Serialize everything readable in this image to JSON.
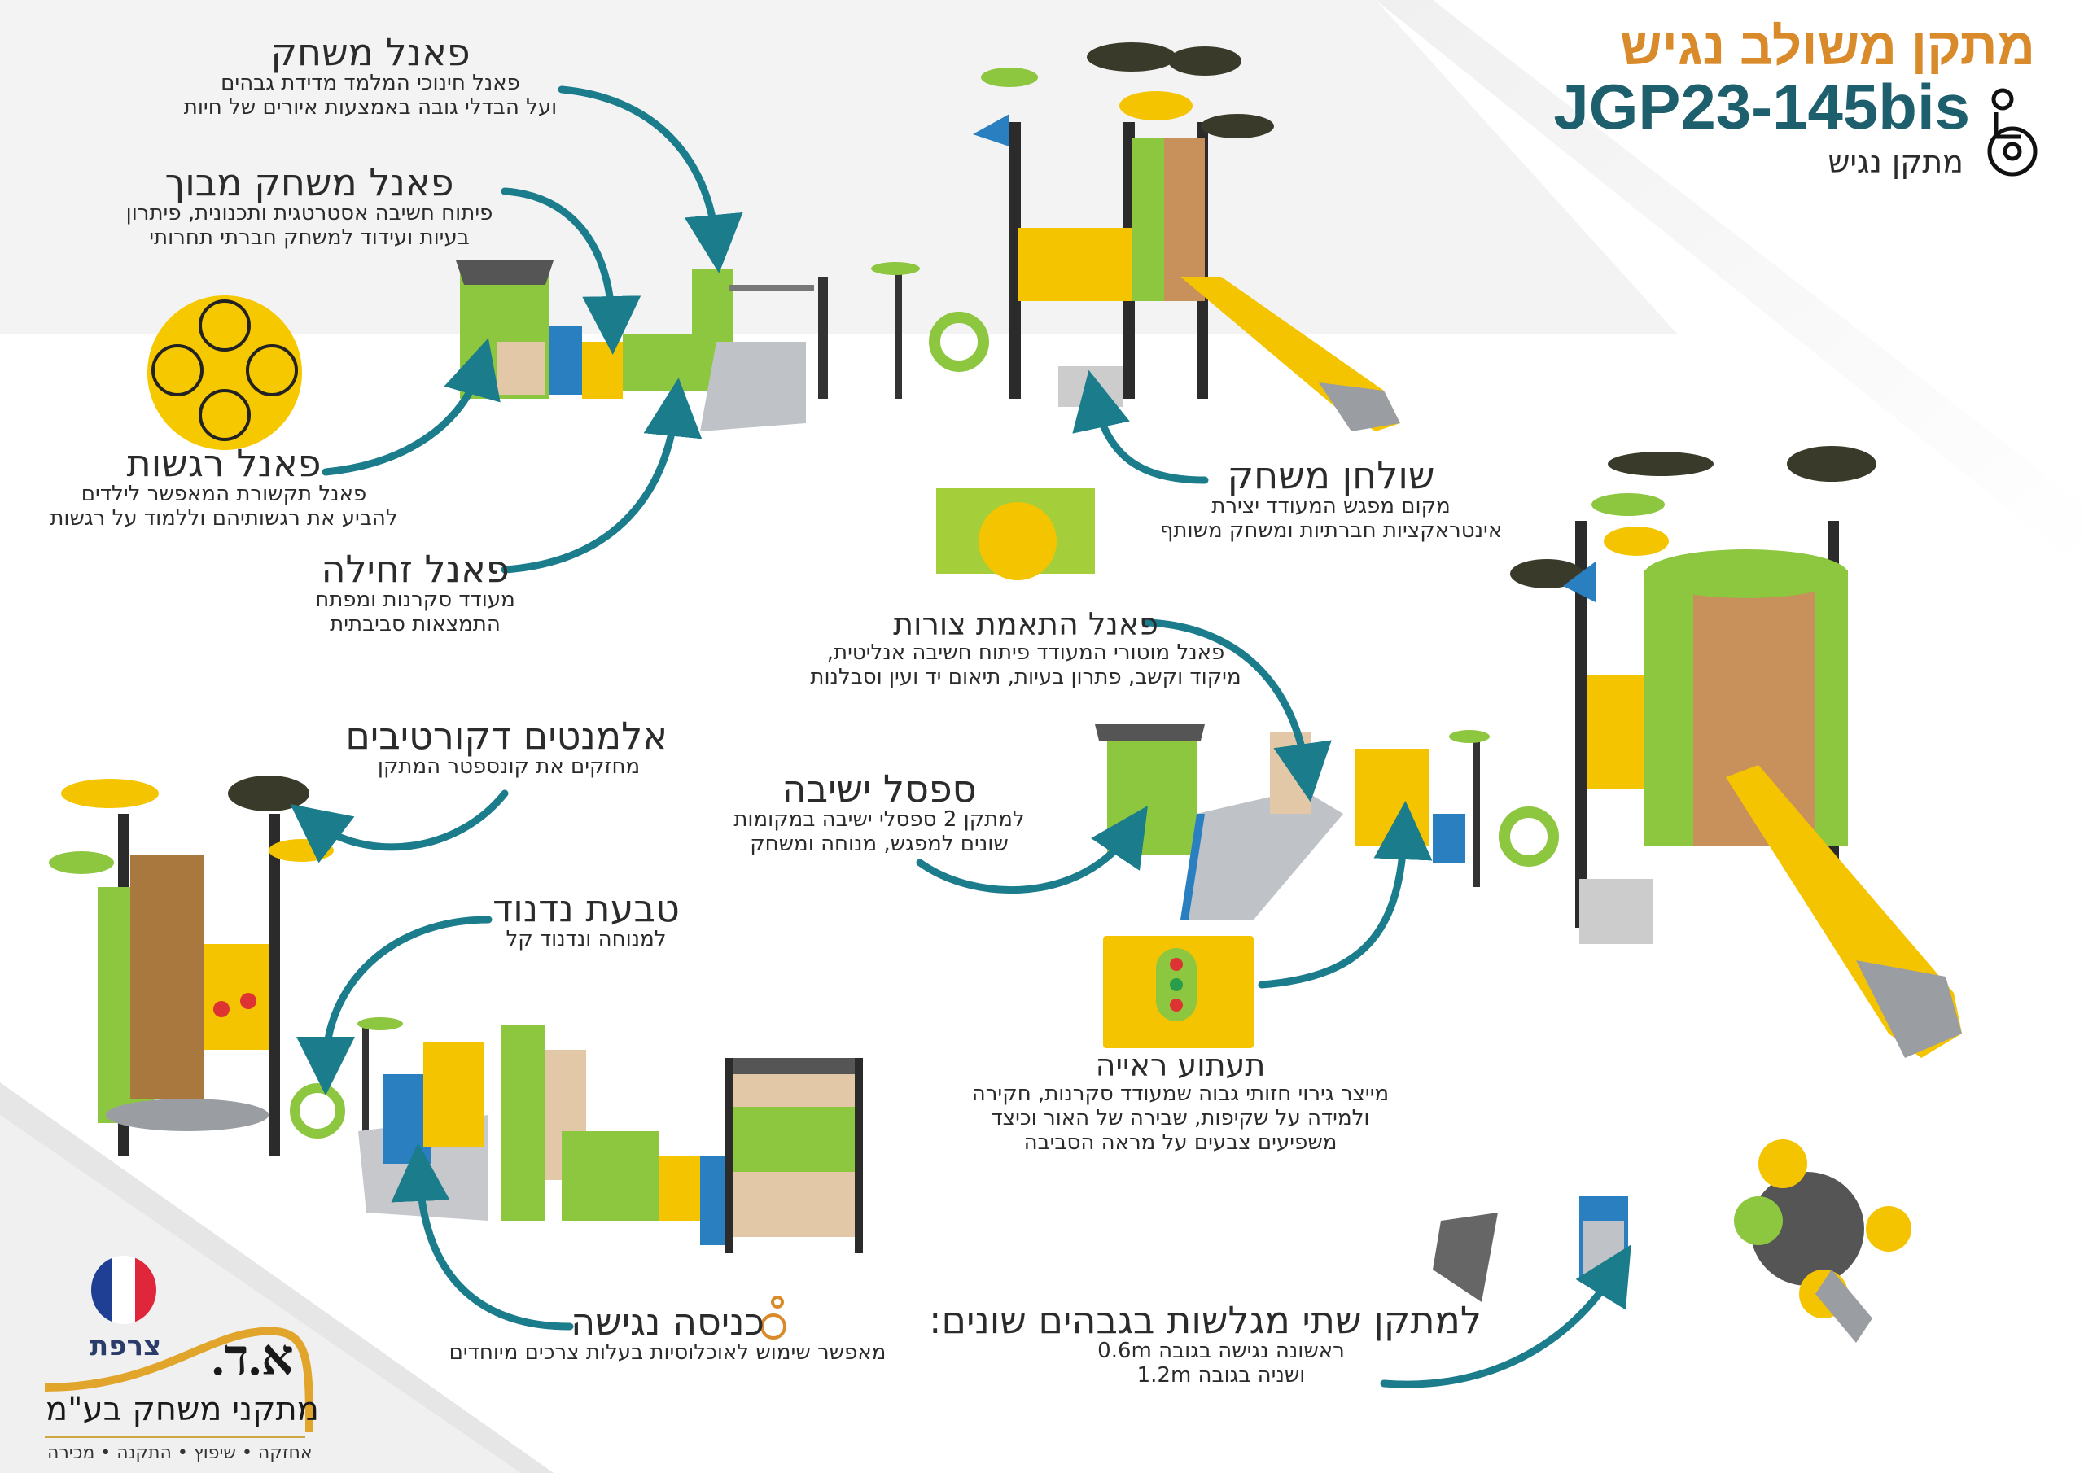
{
  "header": {
    "title": "מתקן משולב נגיש",
    "model": "JGP23-145bis",
    "subtitle": "מתקן נגיש",
    "icon": "wheelchair-icon"
  },
  "callouts": {
    "play_panel": {
      "title": "פאנל משחק",
      "lines": [
        "פאנל חינוכי המלמד מדידת גבהים",
        "ועל הבדלי גובה באמצעות איורים של חיות"
      ]
    },
    "maze_panel": {
      "title": "פאנל משחק מבוך",
      "lines": [
        "פיתוח חשיבה אסטרטגית ותכנונית, פיתרון",
        "בעיות ועידוד למשחק חברתי תחרותי"
      ]
    },
    "emotions_panel": {
      "title": "פאנל רגשות",
      "lines": [
        "פאנל תקשורת המאפשר לילדים",
        "להביע את רגשותיהם וללמוד על רגשות"
      ]
    },
    "crawl_panel": {
      "title": "פאנל זחילה",
      "lines": [
        "מעודד סקרנות ומפתח",
        "התמצאות סביבתית"
      ]
    },
    "play_table": {
      "title": "שולחן משחק",
      "lines": [
        "מקום מפגש המעודד יצירת",
        "אינטראקציות חברתיות ומשחק משותף"
      ]
    },
    "shapes_panel": {
      "title": "פאנל התאמת צורות",
      "lines": [
        "פאנל מוטורי המעודד פיתוח חשיבה אנליטית,",
        "מיקוד וקשב, פתרון בעיות, תיאום יד ועין וסבלנות"
      ]
    },
    "bench": {
      "title": "ספסל ישיבה",
      "lines": [
        "למתקן 2 ספסלי ישיבה במקומות",
        "שונים למפגש, מנוחה ומשחק"
      ]
    },
    "illusion": {
      "title": "תעתוע ראייה",
      "lines": [
        "מייצר גירוי חזותי  גבוה שמעודד סקרנות, חקירה",
        "ולמידה על שקיפות, שבירה של האור וכיצד",
        "משפיעים צבעים על מראה הסביבה"
      ]
    },
    "decor": {
      "title": "אלמנטים דקורטיבים",
      "lines": [
        "מחזקים את קונספטר המתקן"
      ]
    },
    "swing_ring": {
      "title": "טבעת נדנוד",
      "lines": [
        "למנוחה ונדנוד קל"
      ]
    },
    "entrance": {
      "title": "כניסה נגישה",
      "lines": [
        "מאפשר שימוש לאוכלוסיות בעלות צרכים מיוחדים"
      ]
    },
    "slides": {
      "title": "למתקן שתי מגלשות בגבהים שונים:",
      "lines": [
        "ראשונה נגישה בגובה 0.6m",
        "ושניה בגובה 1.2m"
      ]
    }
  },
  "origin": {
    "country": "צרפת",
    "flag_colors": [
      "#1f3f95",
      "#ffffff",
      "#e0263a"
    ]
  },
  "logo": {
    "mark": "א.ד.",
    "name": "מתקני משחק בע\"מ",
    "tagline": "אחזקה • שיפוץ • התקנה • מכירה"
  },
  "colors": {
    "accent_orange": "#d98a2b",
    "teal": "#1e5f6e",
    "arrow": "#1b7c8c",
    "green": "#8dc63f",
    "yellow": "#f5c400",
    "blue": "#2a7fc1"
  }
}
